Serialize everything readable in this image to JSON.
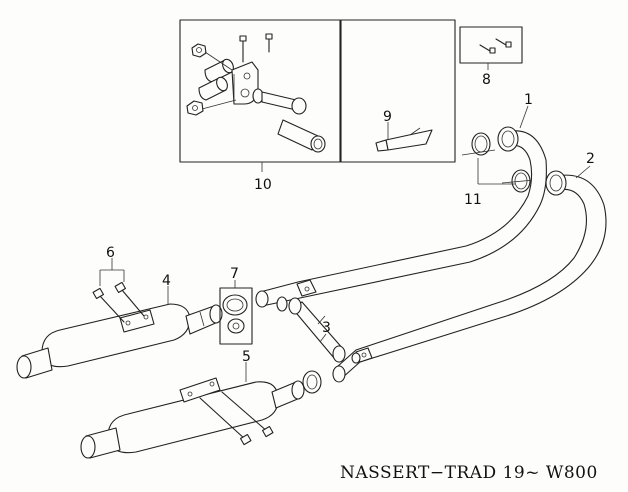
{
  "callouts": {
    "c1": "1",
    "c2": "2",
    "c3": "3",
    "c4": "4",
    "c5": "5",
    "c6": "6",
    "c7": "7",
    "c8": "8",
    "c9": "9",
    "c10": "10",
    "c11": "11"
  },
  "footer": {
    "text": "NASSERT−TRAD 19~ W800"
  }
}
